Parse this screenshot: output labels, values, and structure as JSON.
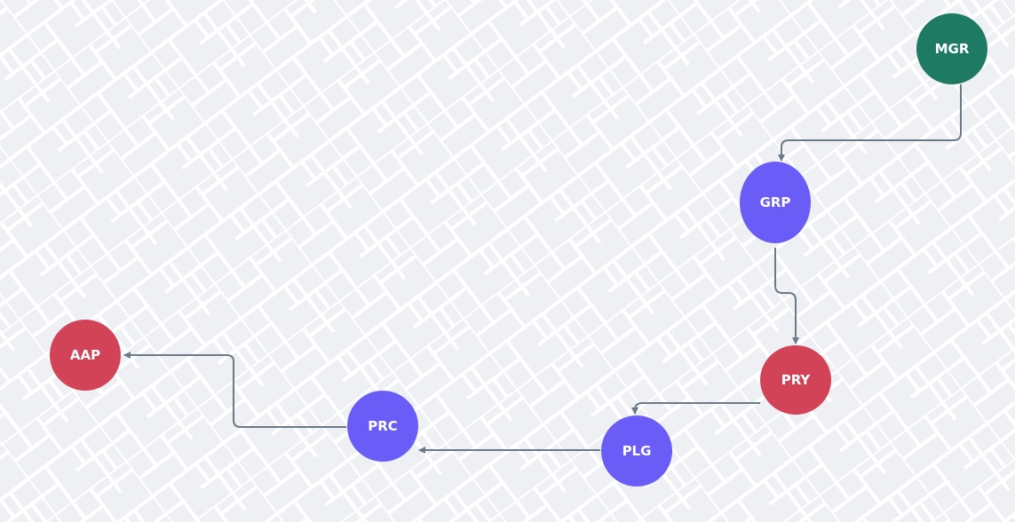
{
  "colors": {
    "background": "#eef0f4",
    "grid_line": "#ffffff",
    "edge": "#6b7a89",
    "green": "#1e7a62",
    "blue": "#6a5cf6",
    "red": "#d34358"
  },
  "nodes": [
    {
      "id": "mgr",
      "label": "MGR",
      "color": "green"
    },
    {
      "id": "grp",
      "label": "GRP",
      "color": "blue"
    },
    {
      "id": "pry",
      "label": "PRY",
      "color": "red"
    },
    {
      "id": "plg",
      "label": "PLG",
      "color": "blue"
    },
    {
      "id": "prc",
      "label": "PRC",
      "color": "blue"
    },
    {
      "id": "aap",
      "label": "AAP",
      "color": "red"
    }
  ],
  "edges": [
    {
      "from": "mgr",
      "to": "grp"
    },
    {
      "from": "grp",
      "to": "pry"
    },
    {
      "from": "pry",
      "to": "plg"
    },
    {
      "from": "plg",
      "to": "prc"
    },
    {
      "from": "prc",
      "to": "aap"
    }
  ]
}
